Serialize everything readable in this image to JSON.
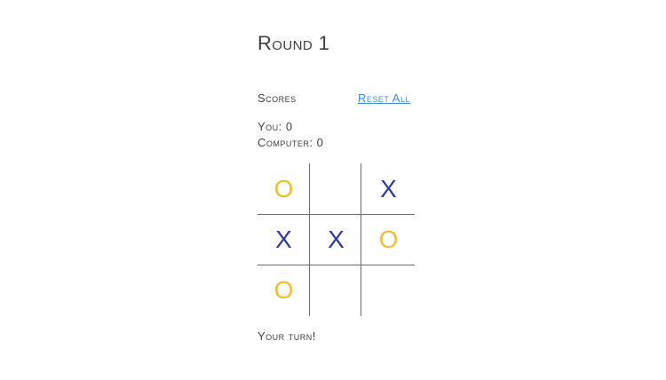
{
  "game": {
    "title": "Round 1",
    "scores": {
      "heading": "Scores",
      "reset_label": "Reset All",
      "you_line": "You: 0",
      "computer_line": "Computer: 0",
      "you_label": "You",
      "you_value": "0",
      "computer_label": "Computer",
      "computer_value": "0"
    },
    "status": "Your turn!",
    "board": {
      "rows": 3,
      "cols": 3,
      "cells": [
        {
          "index": 0,
          "row": 0,
          "col": 0,
          "mark": "O"
        },
        {
          "index": 1,
          "row": 0,
          "col": 1,
          "mark": ""
        },
        {
          "index": 2,
          "row": 0,
          "col": 2,
          "mark": "X"
        },
        {
          "index": 3,
          "row": 1,
          "col": 0,
          "mark": "X"
        },
        {
          "index": 4,
          "row": 1,
          "col": 1,
          "mark": "X"
        },
        {
          "index": 5,
          "row": 1,
          "col": 2,
          "mark": "O"
        },
        {
          "index": 6,
          "row": 2,
          "col": 0,
          "mark": "O"
        },
        {
          "index": 7,
          "row": 2,
          "col": 1,
          "mark": ""
        },
        {
          "index": 8,
          "row": 2,
          "col": 2,
          "mark": ""
        }
      ]
    },
    "colors": {
      "x_mark": "#2b3a9c",
      "o_mark": "#f2bd33",
      "link": "#3e8ede",
      "text": "#404040",
      "grid_line": "#6e6e6e",
      "background": "#ffffff"
    }
  }
}
